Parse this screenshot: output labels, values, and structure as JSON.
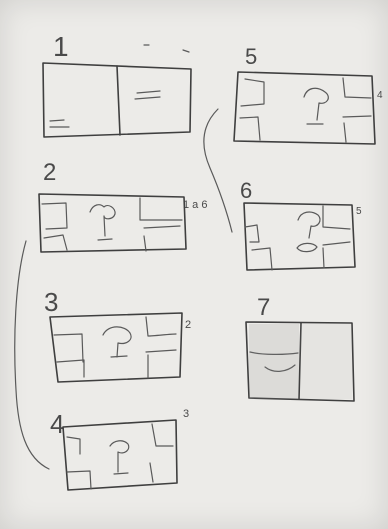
{
  "sketch": {
    "panels": [
      {
        "number": "1",
        "note": ""
      },
      {
        "number": "2",
        "note": "1 a 6"
      },
      {
        "number": "3",
        "note": "2"
      },
      {
        "number": "4",
        "note": "3"
      },
      {
        "number": "5",
        "note": "4"
      },
      {
        "number": "6",
        "note": "5"
      },
      {
        "number": "7",
        "note": ""
      }
    ]
  }
}
